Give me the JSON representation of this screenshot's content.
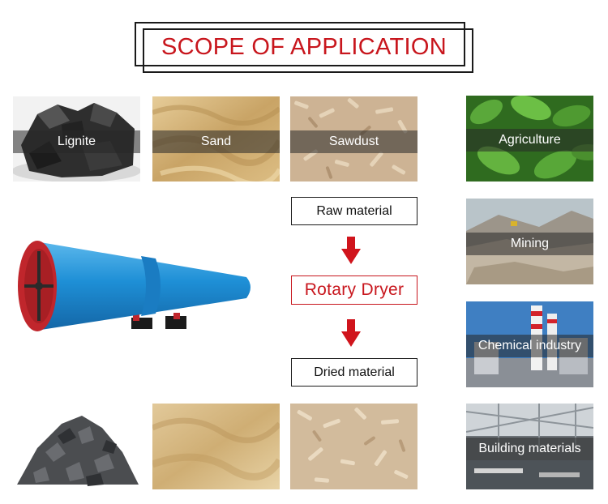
{
  "title": "SCOPE OF APPLICATION",
  "raw_materials": [
    {
      "label": "Lignite"
    },
    {
      "label": "Sand"
    },
    {
      "label": "Sawdust"
    }
  ],
  "flow": {
    "raw": "Raw material",
    "machine": "Rotary Dryer",
    "dried": "Dried material"
  },
  "industries": [
    {
      "label": "Agriculture"
    },
    {
      "label": "Mining"
    },
    {
      "label": "Chemical industry"
    },
    {
      "label": "Building materials"
    }
  ],
  "colors": {
    "accent_red": "#c8161d",
    "dryer_blue": "#1e8fd6",
    "arrow_red": "#d0141c"
  },
  "icons": {
    "arrow": "arrow-down-icon"
  }
}
